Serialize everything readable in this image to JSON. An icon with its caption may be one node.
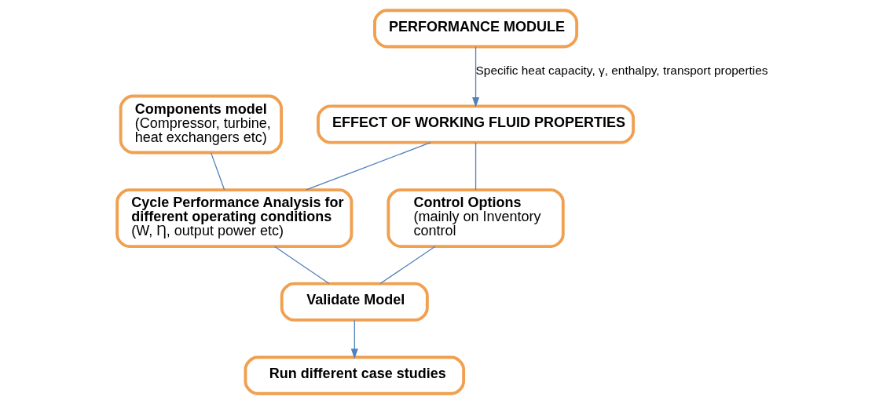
{
  "diagram": {
    "nodes": [
      {
        "text": [
          "PERFORMANCE MODULE"
        ]
      },
      {
        "text": [
          "EFFECT OF WORKING FLUID PROPERTIES"
        ]
      },
      {
        "text": [
          "Components model",
          "(Compressor, turbine, heat exchangers etc)"
        ]
      },
      {
        "text": [
          "Cycle Performance Analysis for different operating conditions",
          "(W, Ƞ, output power etc)"
        ]
      },
      {
        "text": [
          "**Control Options** (mainly on Inventory control"
        ]
      },
      {
        "text": [
          "Validate Model"
        ]
      },
      {
        "text": [
          "Run different case studies"
        ]
      }
    ],
    "edges": [
      {
        "from": 0,
        "to": 1,
        "arrow": "to",
        "label": "Specific heat capacity, γ, enthalpy, transport properties"
      },
      {
        "from": 1,
        "to": 3,
        "arrow": "none"
      },
      {
        "from": 1,
        "to": 4,
        "arrow": "none"
      },
      {
        "from": 2,
        "to": 3,
        "arrow": "none"
      },
      {
        "from": 3,
        "to": 5,
        "arrow": "none"
      },
      {
        "from": 4,
        "to": 5,
        "arrow": "none"
      },
      {
        "from": 5,
        "to": 6,
        "arrow": "to"
      }
    ]
  }
}
